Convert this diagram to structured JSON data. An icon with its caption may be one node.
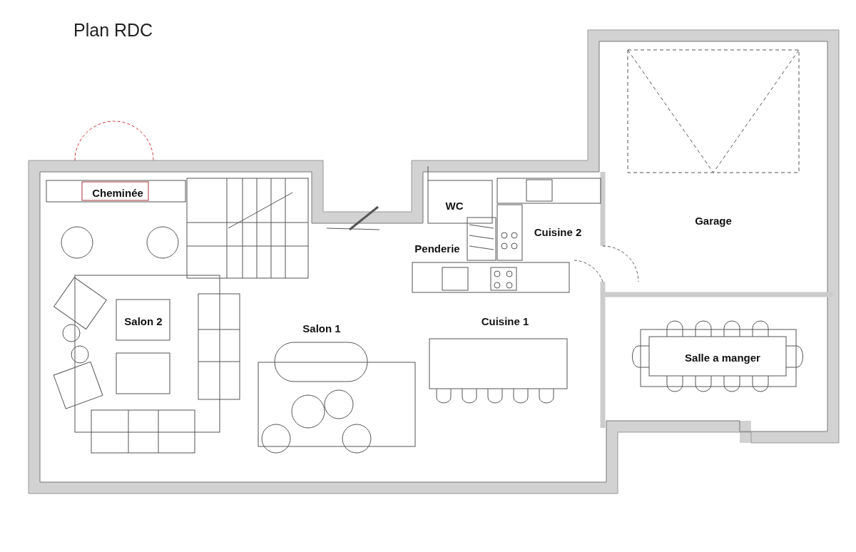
{
  "diagram": {
    "title": "Plan RDC",
    "labels": [
      "Cheminée",
      "WC",
      "Garage",
      "Cuisine 2",
      "Penderie",
      "Salon 2",
      "Cuisine 1",
      "Salon 1",
      "Salle a manger"
    ]
  }
}
